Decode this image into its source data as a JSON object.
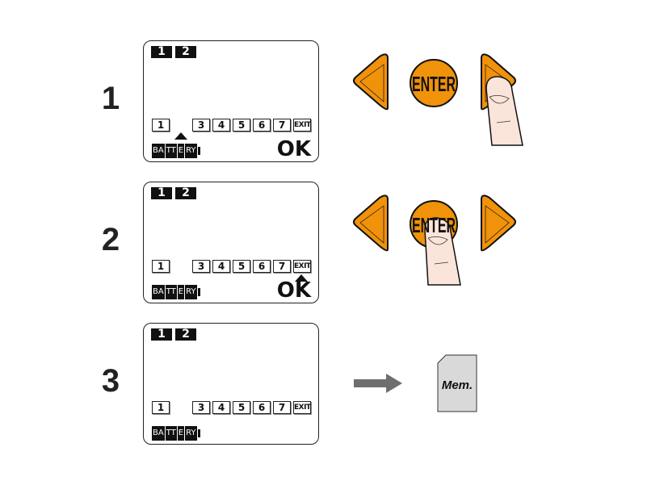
{
  "steps": [
    {
      "number": "1",
      "top_labels": [
        "1",
        "2"
      ],
      "slots": [
        "1",
        "3",
        "4",
        "5",
        "6",
        "7",
        "EXIT"
      ],
      "battery": [
        "BA",
        "TT",
        "E",
        "RY"
      ],
      "ok": "OK",
      "pointer": "slot-2",
      "pressed": "right-button"
    },
    {
      "number": "2",
      "top_labels": [
        "1",
        "2"
      ],
      "slots": [
        "1",
        "3",
        "4",
        "5",
        "6",
        "7",
        "EXIT"
      ],
      "battery": [
        "BA",
        "TT",
        "E",
        "RY"
      ],
      "ok": "OK",
      "pointer": "exit",
      "pressed": "enter-button"
    },
    {
      "number": "3",
      "top_labels": [
        "1",
        "2"
      ],
      "slots": [
        "1",
        "3",
        "4",
        "5",
        "6",
        "7",
        "EXIT"
      ],
      "battery": [
        "BA",
        "TT",
        "E",
        "RY"
      ],
      "result": "Mem."
    }
  ],
  "enter_label": "ENTER",
  "colors": {
    "button": "#f0920a",
    "finger": "#fbe4da",
    "arrow": "#6e6e6e",
    "card": "#d9d9d9"
  }
}
